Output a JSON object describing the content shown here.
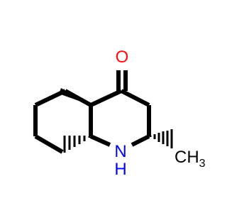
{
  "molecule": {
    "atoms": {
      "oxygen": {
        "label": "O",
        "color": "#ff0d0d"
      },
      "nitrogen": {
        "label": "N",
        "color": "#0000ff"
      },
      "hydrogen": {
        "label": "H",
        "color": "#0000ff"
      },
      "methyl": {
        "label": "CH",
        "subscript": "3",
        "color": "#000000"
      }
    },
    "bond_color": "#000000"
  }
}
